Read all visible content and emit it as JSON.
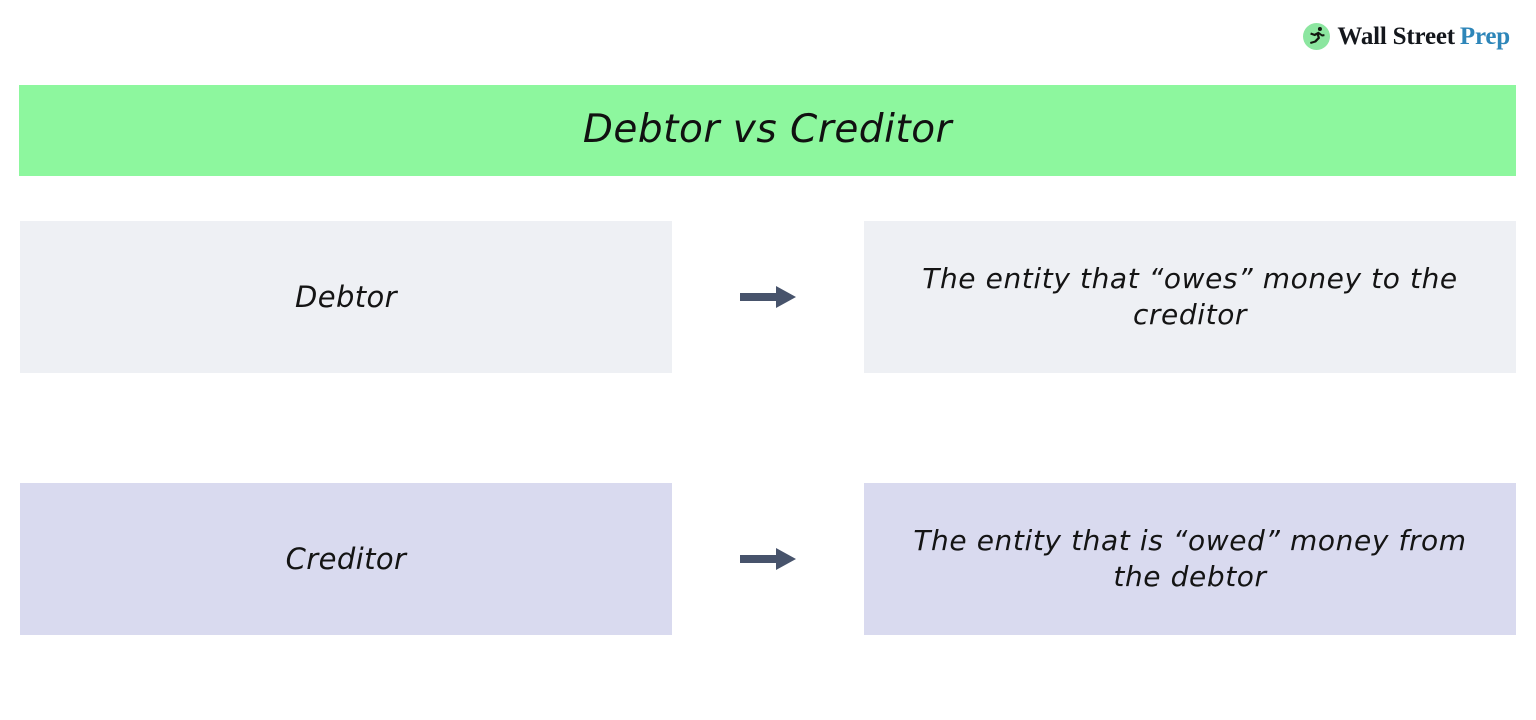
{
  "brand": {
    "mark_icon": "running-person-icon",
    "name_dark": "Wall Street",
    "name_accent": "Prep",
    "mark_bg_color": "#8ce6a0",
    "accent_color": "#2e86b9"
  },
  "banner": {
    "title": "Debtor vs Creditor",
    "background_color": "#8df79e",
    "text_color": "#111111"
  },
  "rows": [
    {
      "id": "debtor",
      "term": "Debtor",
      "description": "The entity that “owes” money to the creditor",
      "background_color": "#eef0f4",
      "arrow_icon": "right-arrow-icon",
      "arrow_color": "#47536b"
    },
    {
      "id": "creditor",
      "term": "Creditor",
      "description": "The entity that is “owed” money from the debtor",
      "background_color": "#d9daef",
      "arrow_icon": "right-arrow-icon",
      "arrow_color": "#47536b"
    }
  ]
}
